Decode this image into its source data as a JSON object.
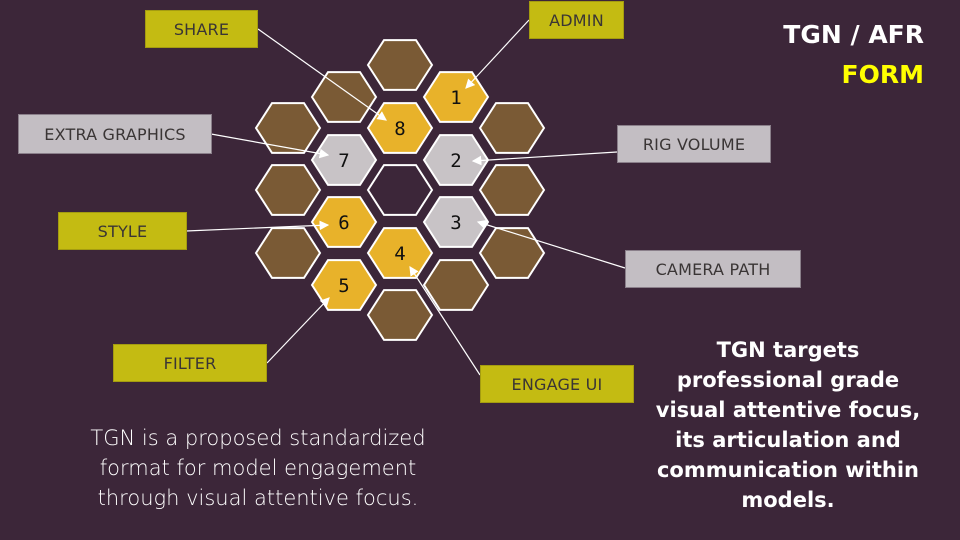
{
  "header": {
    "title": "TGN / AFR",
    "subtitle": "FORM"
  },
  "labels": {
    "share": "SHARE",
    "admin": "ADMIN",
    "extra_graphics": "EXTRA GRAPHICS",
    "rig_volume": "RIG VOLUME",
    "style": "STYLE",
    "camera_path": "CAMERA PATH",
    "filter": "FILTER",
    "engage_ui": "ENGAGE UI"
  },
  "cells": {
    "1": "1",
    "2": "2",
    "3": "3",
    "4": "4",
    "5": "5",
    "6": "6",
    "7": "7",
    "8": "8"
  },
  "left_text": [
    "TGN is a proposed standardized",
    "format for model engagement",
    "through visual attentive focus."
  ],
  "right_text": [
    "TGN targets",
    "professional grade",
    "visual attentive focus,",
    "its articulation and",
    "communication within",
    "models."
  ],
  "colors": {
    "background": "#3c2639",
    "brown": "#7a5a35",
    "gold": "#e8b22a",
    "gray": "#c8c3c6",
    "label_yellow": "#c4bb12",
    "label_gray": "#c3bec3",
    "accent": "#ffff00"
  }
}
